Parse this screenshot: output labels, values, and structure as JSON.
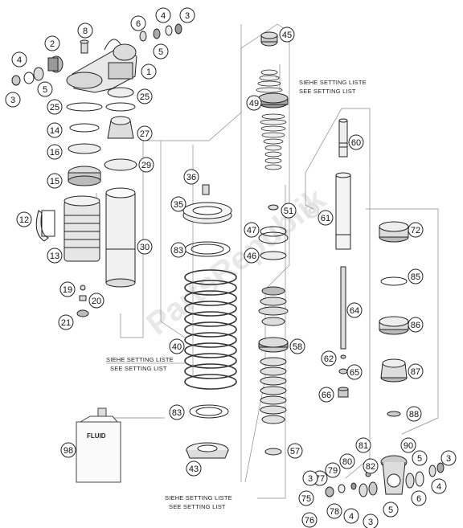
{
  "diagram": {
    "watermark": "PartsRepublik",
    "notes": {
      "top_de": "SIEHE SETTING LISTE",
      "top_en": "SEE SETTING LIST",
      "mid_de": "SIEHE SETTING LISTE",
      "mid_en": "SEE SETTING LIST",
      "bottom_de": "SIEHE SETTING LISTE",
      "bottom_en": "SEE SETTING LIST"
    },
    "fluid_label": "FLUID",
    "callouts": [
      {
        "id": "c3a",
        "label": "3"
      },
      {
        "id": "c4a",
        "label": "4"
      },
      {
        "id": "c6a",
        "label": "6"
      },
      {
        "id": "c8",
        "label": "8"
      },
      {
        "id": "c2",
        "label": "2"
      },
      {
        "id": "c5a",
        "label": "5"
      },
      {
        "id": "c1",
        "label": "1"
      },
      {
        "id": "c4b",
        "label": "4"
      },
      {
        "id": "c3b",
        "label": "3"
      },
      {
        "id": "c5b",
        "label": "5"
      },
      {
        "id": "c25a",
        "label": "25"
      },
      {
        "id": "c25b",
        "label": "25"
      },
      {
        "id": "c14",
        "label": "14"
      },
      {
        "id": "c27",
        "label": "27"
      },
      {
        "id": "c16",
        "label": "16"
      },
      {
        "id": "c29",
        "label": "29"
      },
      {
        "id": "c15",
        "label": "15"
      },
      {
        "id": "c12",
        "label": "12"
      },
      {
        "id": "c13",
        "label": "13"
      },
      {
        "id": "c30",
        "label": "30"
      },
      {
        "id": "c19",
        "label": "19"
      },
      {
        "id": "c20",
        "label": "20"
      },
      {
        "id": "c21",
        "label": "21"
      },
      {
        "id": "c36",
        "label": "36"
      },
      {
        "id": "c35",
        "label": "35"
      },
      {
        "id": "c83a",
        "label": "83"
      },
      {
        "id": "c40",
        "label": "40"
      },
      {
        "id": "c83b",
        "label": "83"
      },
      {
        "id": "c43",
        "label": "43"
      },
      {
        "id": "c98",
        "label": "98"
      },
      {
        "id": "c45",
        "label": "45"
      },
      {
        "id": "c49",
        "label": "49"
      },
      {
        "id": "c51",
        "label": "51"
      },
      {
        "id": "c47",
        "label": "47"
      },
      {
        "id": "c46",
        "label": "46"
      },
      {
        "id": "c58",
        "label": "58"
      },
      {
        "id": "c57",
        "label": "57"
      },
      {
        "id": "c60",
        "label": "60"
      },
      {
        "id": "c61",
        "label": "61"
      },
      {
        "id": "c64",
        "label": "64"
      },
      {
        "id": "c62",
        "label": "62"
      },
      {
        "id": "c65",
        "label": "65"
      },
      {
        "id": "c66",
        "label": "66"
      },
      {
        "id": "c72",
        "label": "72"
      },
      {
        "id": "c85",
        "label": "85"
      },
      {
        "id": "c86",
        "label": "86"
      },
      {
        "id": "c87",
        "label": "87"
      },
      {
        "id": "c88",
        "label": "88"
      },
      {
        "id": "c81",
        "label": "81"
      },
      {
        "id": "c90",
        "label": "90"
      },
      {
        "id": "c80",
        "label": "80"
      },
      {
        "id": "c79",
        "label": "79"
      },
      {
        "id": "c82",
        "label": "82"
      },
      {
        "id": "c77",
        "label": "77"
      },
      {
        "id": "c75",
        "label": "75"
      },
      {
        "id": "c76",
        "label": "76"
      },
      {
        "id": "c78",
        "label": "78"
      },
      {
        "id": "c4c",
        "label": "4"
      },
      {
        "id": "c5c",
        "label": "5"
      },
      {
        "id": "c3c",
        "label": "3"
      },
      {
        "id": "c3d",
        "label": "3"
      },
      {
        "id": "c6b",
        "label": "6"
      },
      {
        "id": "c5d",
        "label": "5"
      },
      {
        "id": "c3e",
        "label": "3"
      },
      {
        "id": "c4d",
        "label": "4"
      }
    ]
  }
}
